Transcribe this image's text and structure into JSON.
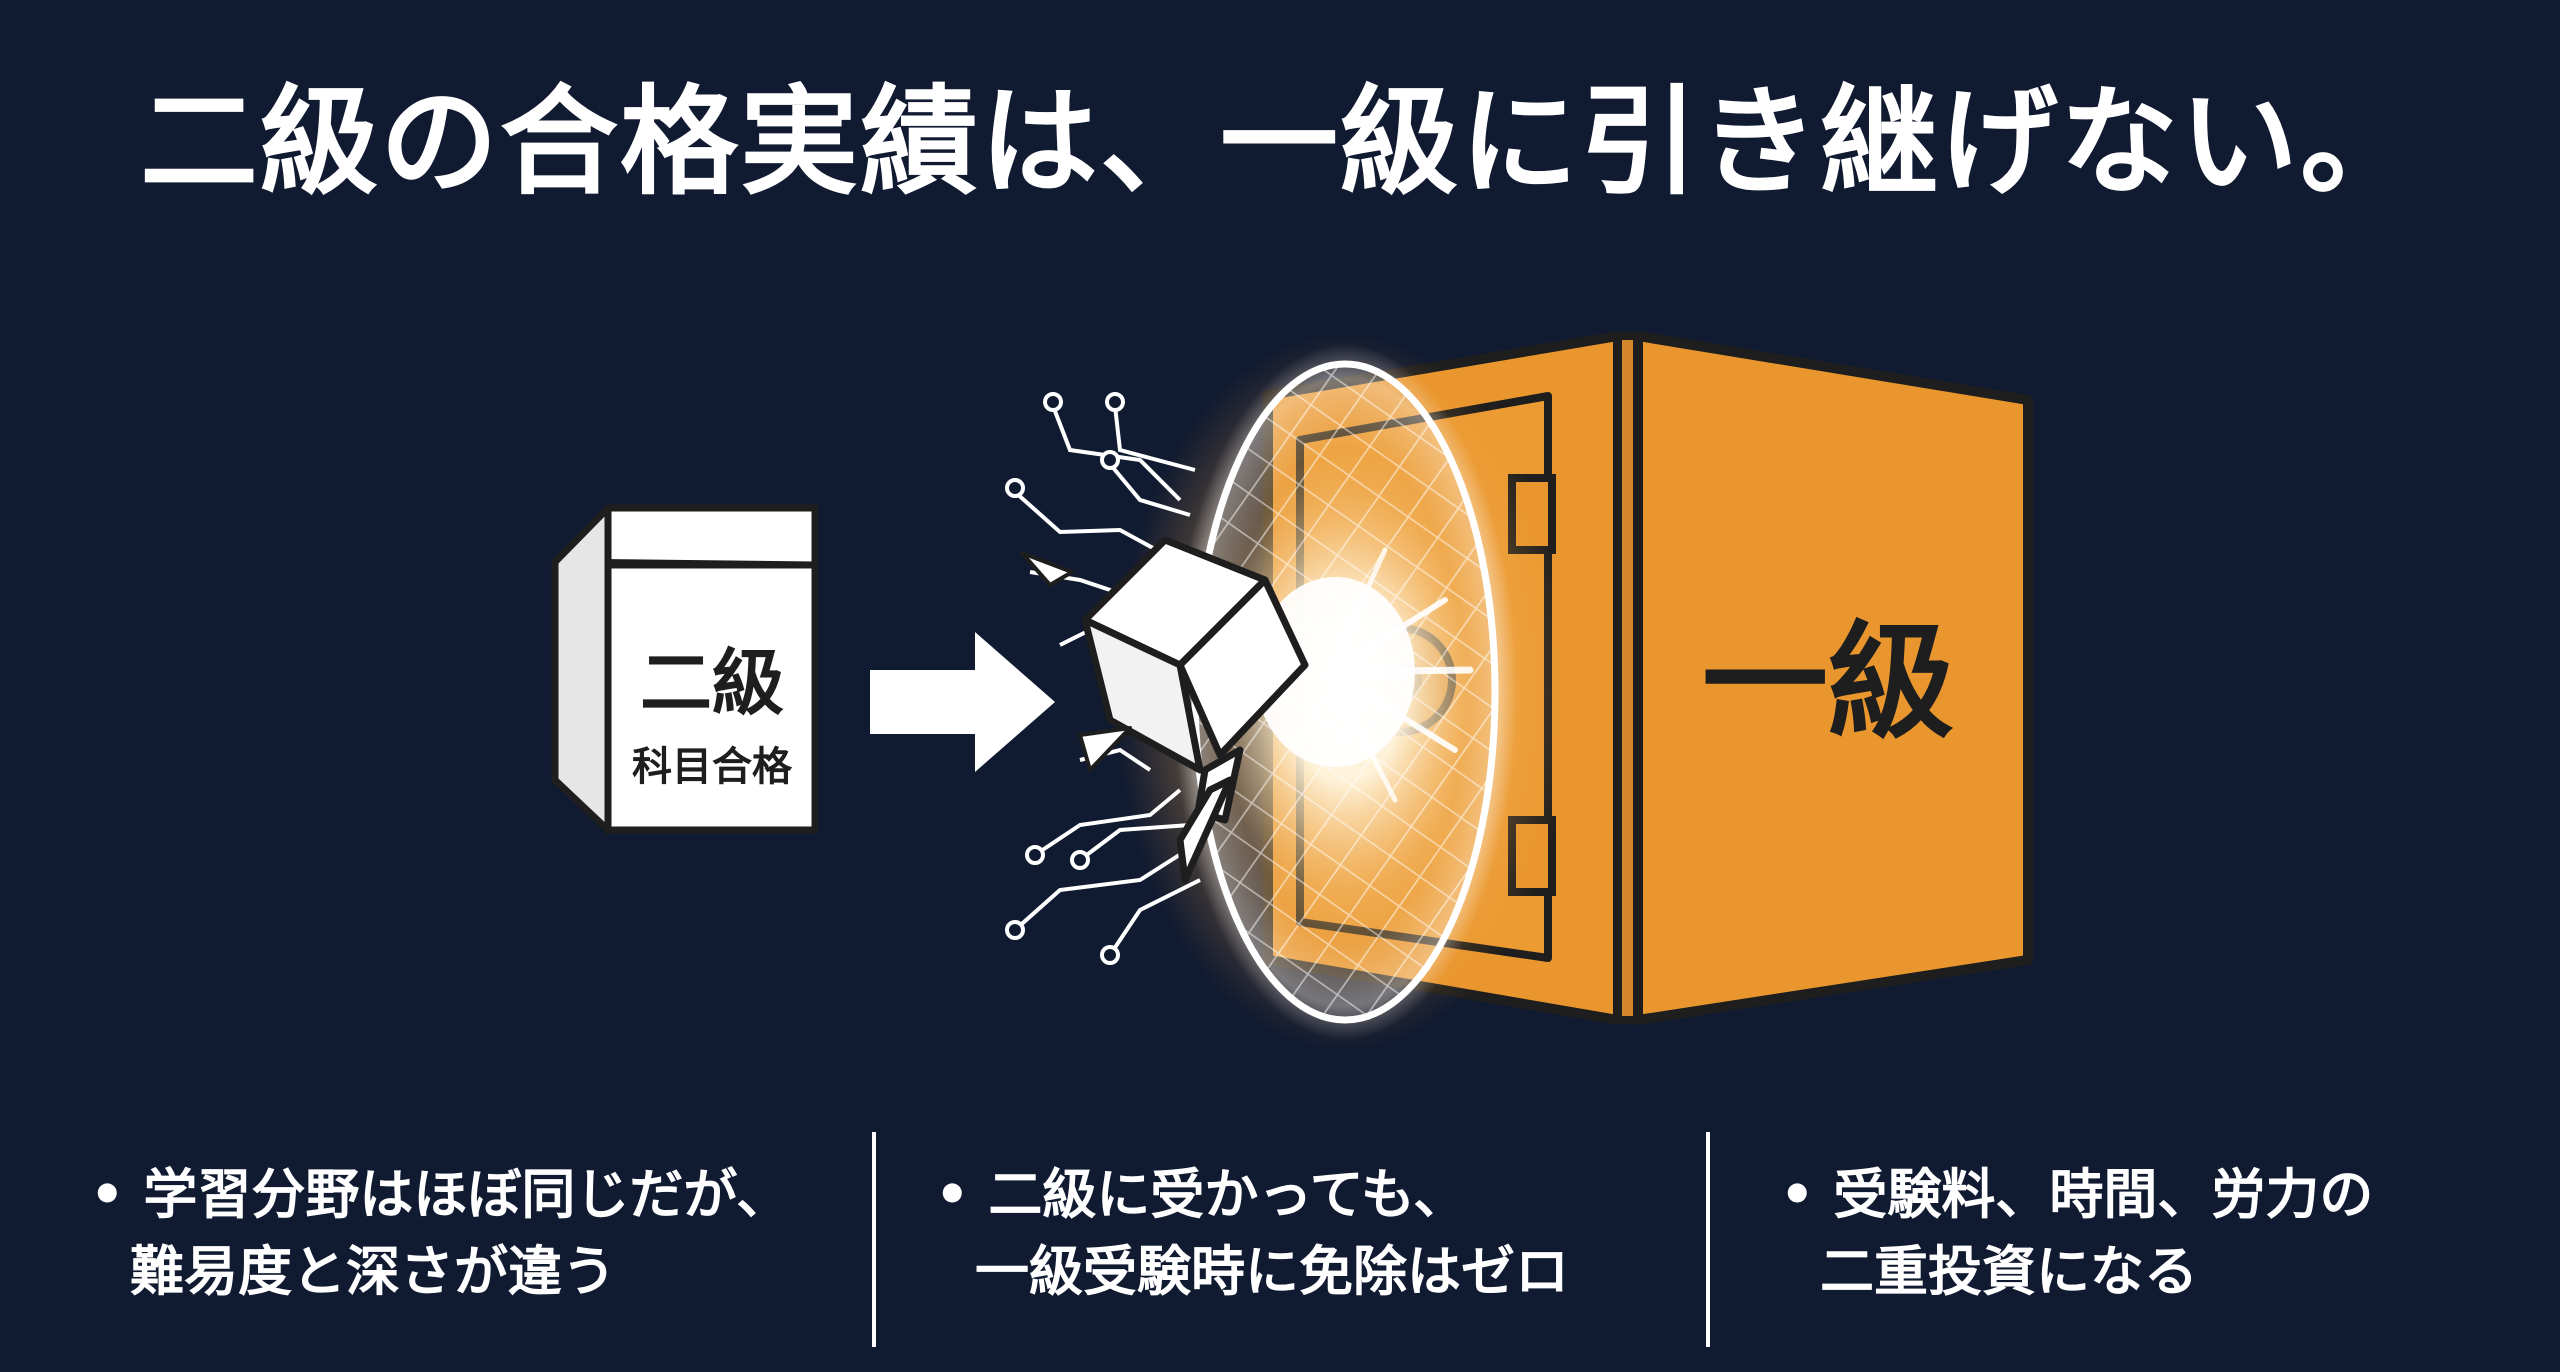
{
  "headline": "二級の合格実績は、一級に引き継げない。",
  "diagram": {
    "source_box": {
      "title": "二級",
      "subtitle": "科目合格"
    },
    "target_safe": {
      "label": "一級"
    },
    "colors": {
      "background": "#101a31",
      "safe_orange": "#e9962e",
      "safe_dark": "#2a2a2a",
      "glow": "#ffffff"
    }
  },
  "bullets": [
    {
      "line1": "• 学習分野はほぼ同じだが、",
      "line2": "難易度と深さが違う"
    },
    {
      "line1": "• 二級に受かっても、",
      "line2": "一級受験時に免除はゼロ"
    },
    {
      "line1": "• 受験料、時間、労力の",
      "line2": "二重投資になる"
    }
  ]
}
